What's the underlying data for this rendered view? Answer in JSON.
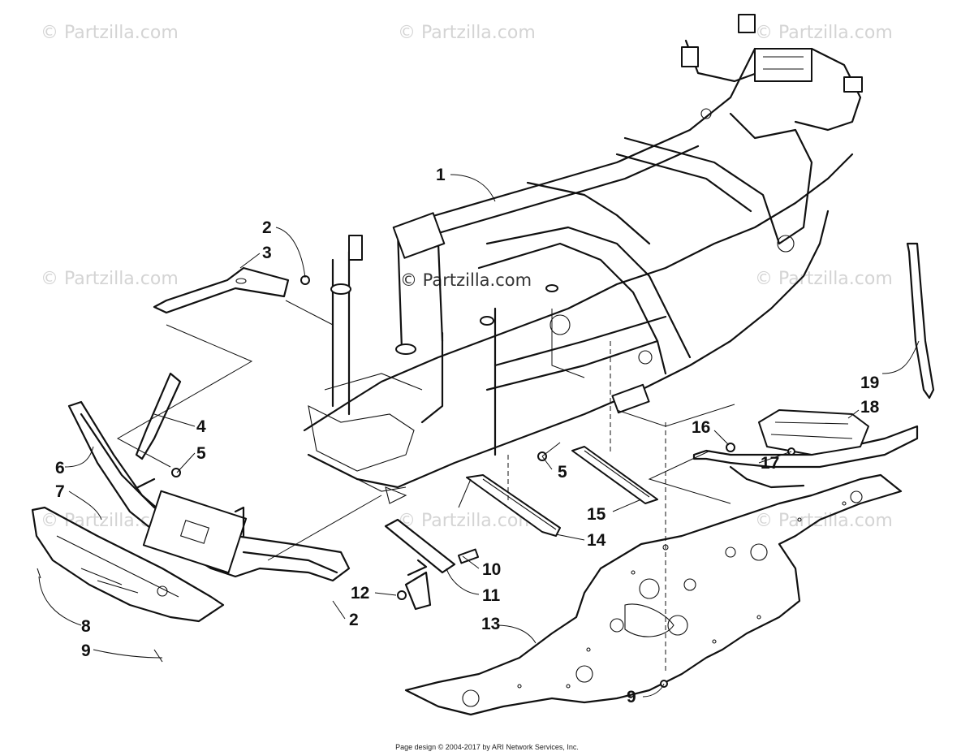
{
  "watermarks": {
    "text": "© Partzilla.com",
    "center_text": "© Partzilla.com"
  },
  "callouts": [
    {
      "id": "c1",
      "label": "1"
    },
    {
      "id": "c2a",
      "label": "2"
    },
    {
      "id": "c3",
      "label": "3"
    },
    {
      "id": "c4",
      "label": "4"
    },
    {
      "id": "c5a",
      "label": "5"
    },
    {
      "id": "c5b",
      "label": "5"
    },
    {
      "id": "c6",
      "label": "6"
    },
    {
      "id": "c7",
      "label": "7"
    },
    {
      "id": "c8",
      "label": "8"
    },
    {
      "id": "c9a",
      "label": "9"
    },
    {
      "id": "c9b",
      "label": "9"
    },
    {
      "id": "c10",
      "label": "10"
    },
    {
      "id": "c11",
      "label": "11"
    },
    {
      "id": "c12",
      "label": "12"
    },
    {
      "id": "c2b",
      "label": "2"
    },
    {
      "id": "c13",
      "label": "13"
    },
    {
      "id": "c14",
      "label": "14"
    },
    {
      "id": "c15",
      "label": "15"
    },
    {
      "id": "c16",
      "label": "16"
    },
    {
      "id": "c17",
      "label": "17"
    },
    {
      "id": "c18",
      "label": "18"
    },
    {
      "id": "c19",
      "label": "19"
    }
  ],
  "footer": "Page design © 2004-2017 by ARI Network Services, Inc.",
  "colors": {
    "line": "#111111",
    "watermark": "#d4d4d4",
    "background": "#ffffff"
  }
}
